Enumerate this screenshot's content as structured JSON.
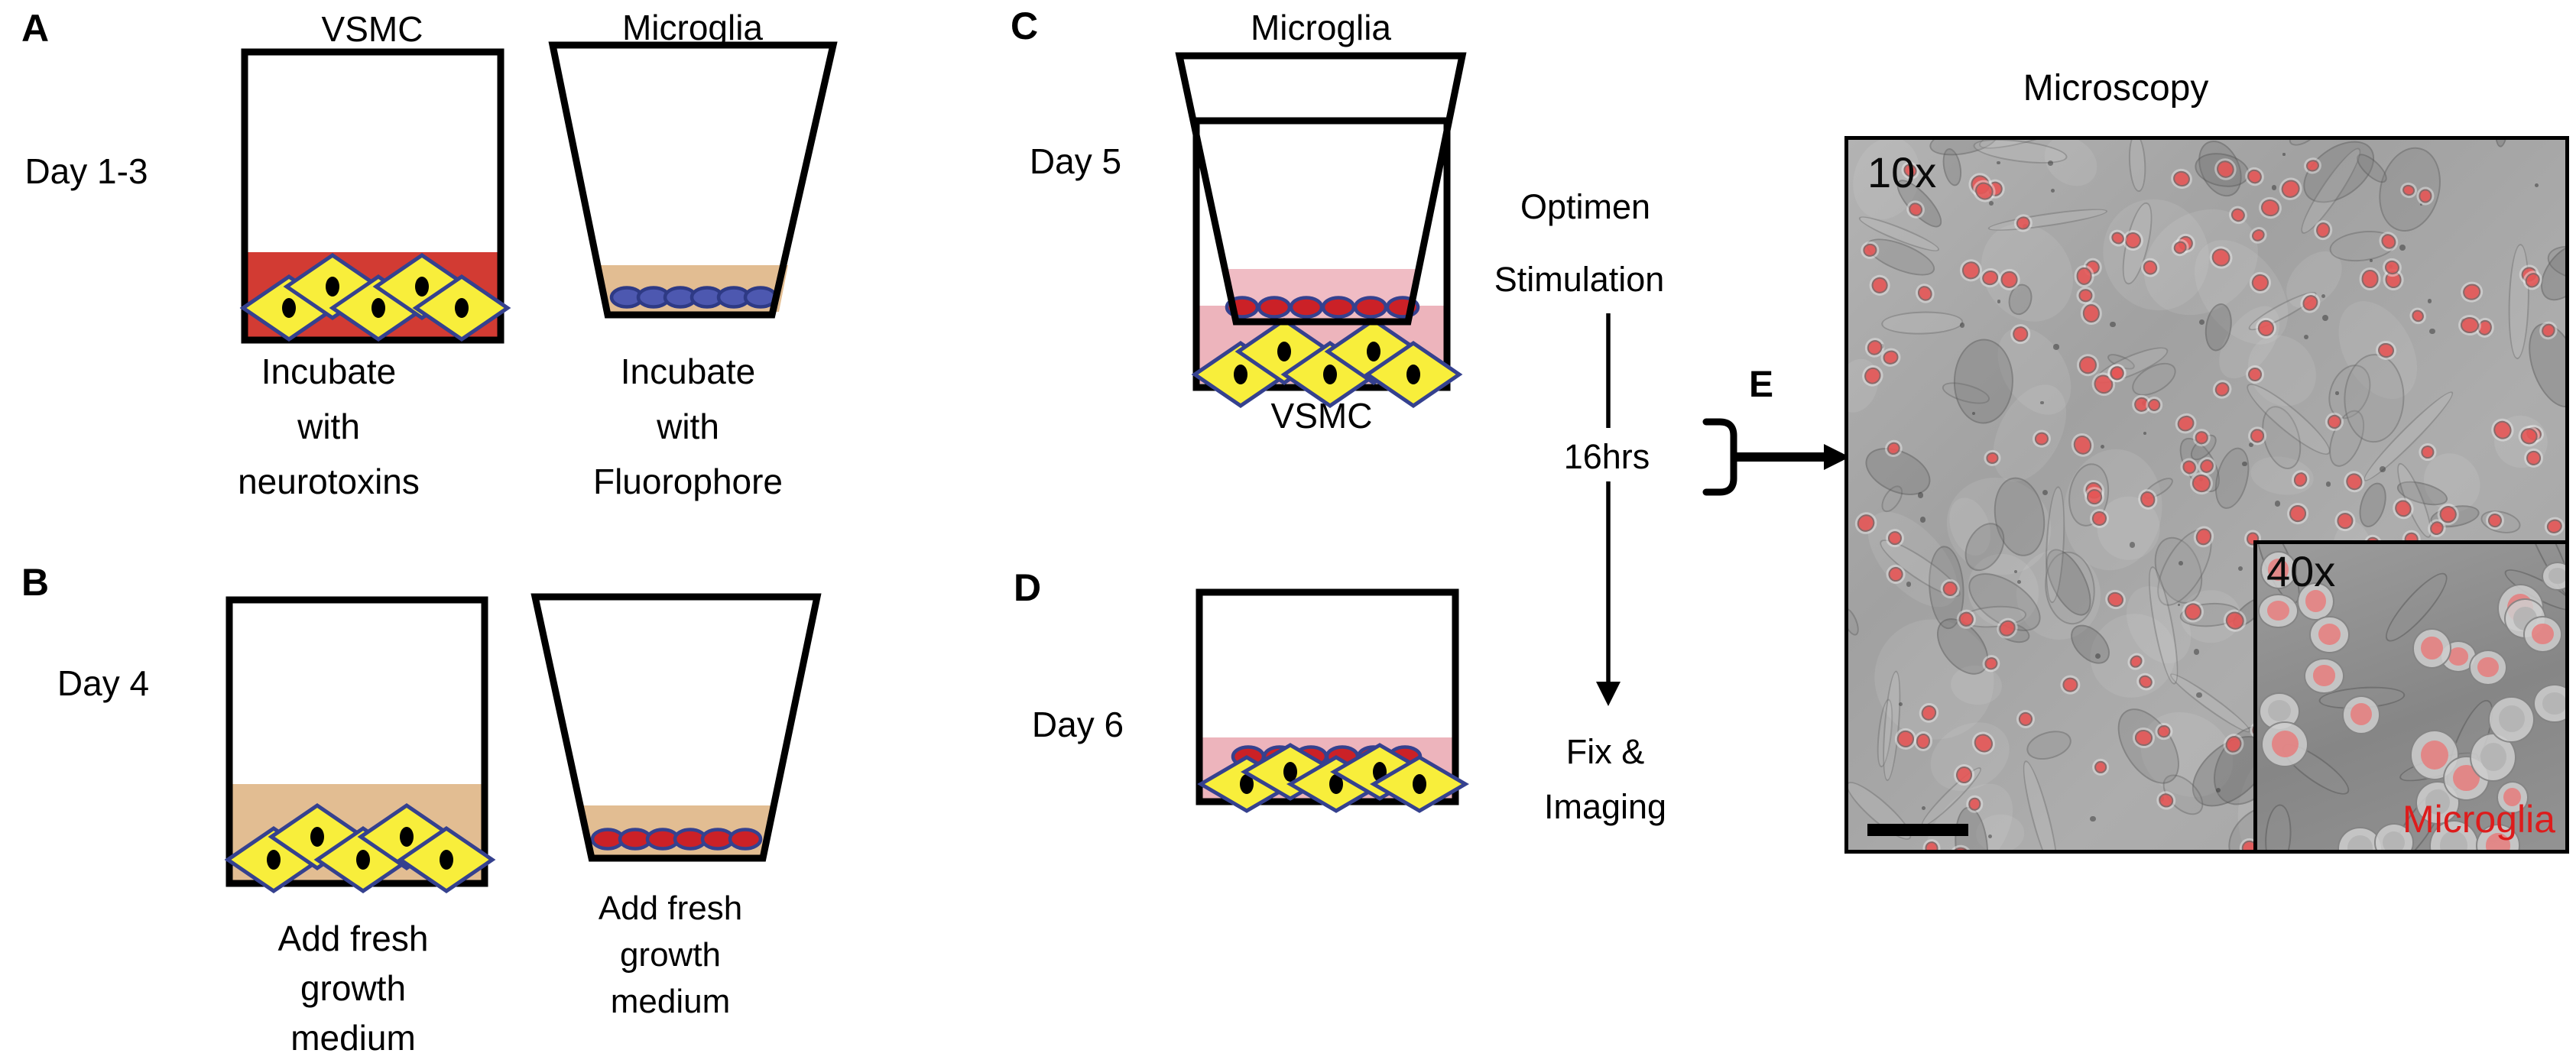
{
  "colors": {
    "black": "#000000",
    "medium_red": "#d23b33",
    "medium_tan": "#e2bd92",
    "medium_pink": "#edb4bc",
    "insert_pink": "#f0bcc4",
    "vsmc_fill": "#f8ee3b",
    "vsmc_stroke": "#35418f",
    "microglia_blue": "#4d58b0",
    "microglia_blue_stroke": "#2e3a85",
    "microglia_red": "#cb2127",
    "microglia_red_stroke": "#35418f",
    "microglia_label_red": "#dd1c1c"
  },
  "panels": {
    "A": {
      "label": "A",
      "day": "Day 1-3",
      "flask_title": "VSMC",
      "flask_caption": "Incubate\nwith\nneurotoxins",
      "insert_title": "Microglia",
      "insert_caption": "Incubate\nwith\nFluorophore"
    },
    "B": {
      "label": "B",
      "day": "Day 4",
      "flask_caption": "Add fresh\ngrowth\nmedium",
      "insert_caption": "Add fresh\ngrowth\nmedium"
    },
    "C": {
      "label": "C",
      "day": "Day 5",
      "insert_title": "Microglia",
      "well_title": "VSMC"
    },
    "D": {
      "label": "D",
      "day": "Day 6"
    },
    "E": {
      "label": "E"
    }
  },
  "protocol": {
    "medium": "Optimen",
    "action": "Stimulation",
    "duration": "16hrs",
    "fix_line1": "Fix &",
    "fix_line2": "Imaging"
  },
  "microscopy": {
    "title": "Microscopy",
    "main_magnification": "10x",
    "inset_magnification": "40x",
    "inset_label": "Microglia"
  }
}
